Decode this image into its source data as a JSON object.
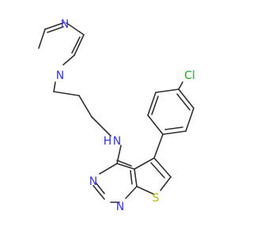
{
  "molecule": {
    "atoms": {
      "imidazole_n1": "N",
      "imidazole_n3": "N",
      "amine_n": "N",
      "amine_h": "H",
      "pyrimidine_n_upper": "N",
      "pyrimidine_n_lower": "N",
      "thiophene_s": "S",
      "chlorine": "Cl"
    }
  },
  "colors": {
    "bond": "#2f2f2f",
    "nitrogen": "#3333ff",
    "sulfur": "#b8b800",
    "chlorine": "#1faa1f",
    "background": "#ffffff"
  }
}
